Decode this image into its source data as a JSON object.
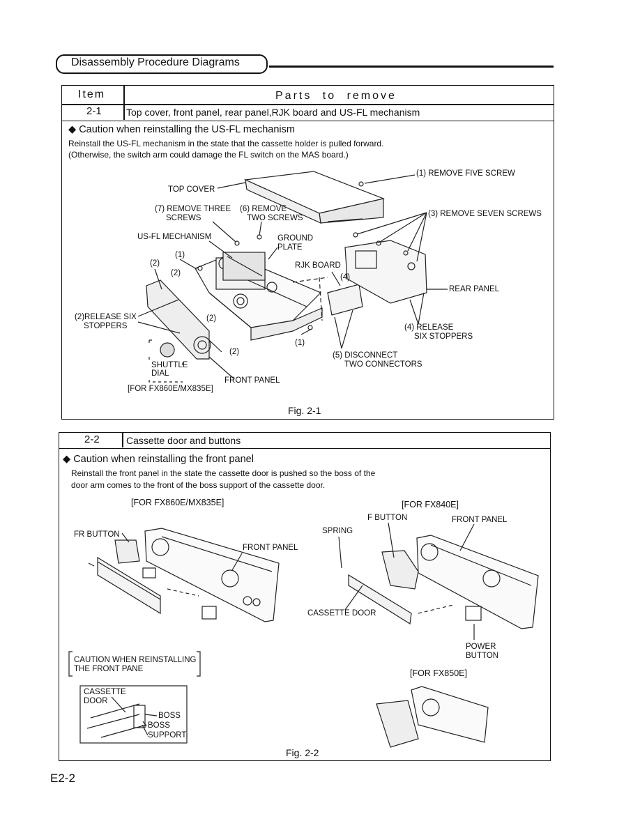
{
  "header": {
    "title": "Disassembly Procedure Diagrams"
  },
  "section1": {
    "col_item": "Item",
    "col_parts": "Parts to remove",
    "item_no": "2-1",
    "item_desc": "Top cover, front panel, rear panel,RJK board and US-FL mechanism",
    "caution_title": "Caution when reinstalling the US-FL mechanism",
    "caution_line1": "Reinstall the US-FL mechanism in the state that the cassette holder is pulled forward.",
    "caution_line2": "(Otherwise, the switch arm could damage the FL switch on the MAS board.)",
    "labels": {
      "remove_five_screw": "(1) REMOVE FIVE SCREW",
      "top_cover": "TOP COVER",
      "remove_three_1": "(7) REMOVE THREE",
      "remove_three_2": "SCREWS",
      "remove_two_1": "(6) REMOVE",
      "remove_two_2": "TWO SCREWS",
      "remove_seven": "(3) REMOVE SEVEN SCREWS",
      "usfl": "US-FL MECHANISM",
      "ground_1": "GROUND",
      "ground_2": "PLATE",
      "rjk": "RJK BOARD",
      "n1a": "(1)",
      "n2a": "(2)",
      "n2b": "(2)",
      "n4": "(4)",
      "rear_panel": "REAR PANEL",
      "release_six_1": "(2)RELEASE SIX",
      "release_six_2": "STOPPERS",
      "n2c": "(2)",
      "release4_1": "(4) RELEASE",
      "release4_2": "SIX STOPPERS",
      "n1b": "(1)",
      "n2d": "(2)",
      "disconnect_1": "(5) DISCONNECT",
      "disconnect_2": "TWO CONNECTORS",
      "shuttle_1": "SHUTTLE",
      "shuttle_2": "DIAL",
      "front_panel": "FRONT PANEL",
      "for_fx860": "[FOR FX860E/MX835E]"
    },
    "fig": "Fig. 2-1"
  },
  "section2": {
    "item_no": "2-2",
    "item_desc": "Cassette door and buttons",
    "caution_title": "Caution when reinstalling the front panel",
    "caution_line1": "Reinstall the front panel in the state the cassette door is pushed so the boss of the",
    "caution_line2": "door arm comes to the front of the boss support of the cassette door.",
    "labels": {
      "for_fx860": "[FOR FX860E/MX835E]",
      "for_fx840": "[FOR FX840E]",
      "f_button": "F BUTTON",
      "front_panel_r": "FRONT PANEL",
      "fr_button": "FR BUTTON",
      "spring": "SPRING",
      "front_panel_l": "FRONT PANEL",
      "cassette_door": "CASSETTE DOOR",
      "power_1": "POWER",
      "power_2": "BUTTON",
      "caution_box_1": "CAUTION WHEN REINSTALLING",
      "caution_box_2": "THE FRONT PANE",
      "for_fx850": "[FOR FX850E]",
      "inset_cassette": "CASSETTE",
      "inset_door": "DOOR",
      "inset_boss": "BOSS",
      "inset_boss2": "BOSS",
      "inset_support": "SUPPORT"
    },
    "fig": "Fig. 2-2"
  },
  "footer": {
    "page": "E2-2"
  }
}
